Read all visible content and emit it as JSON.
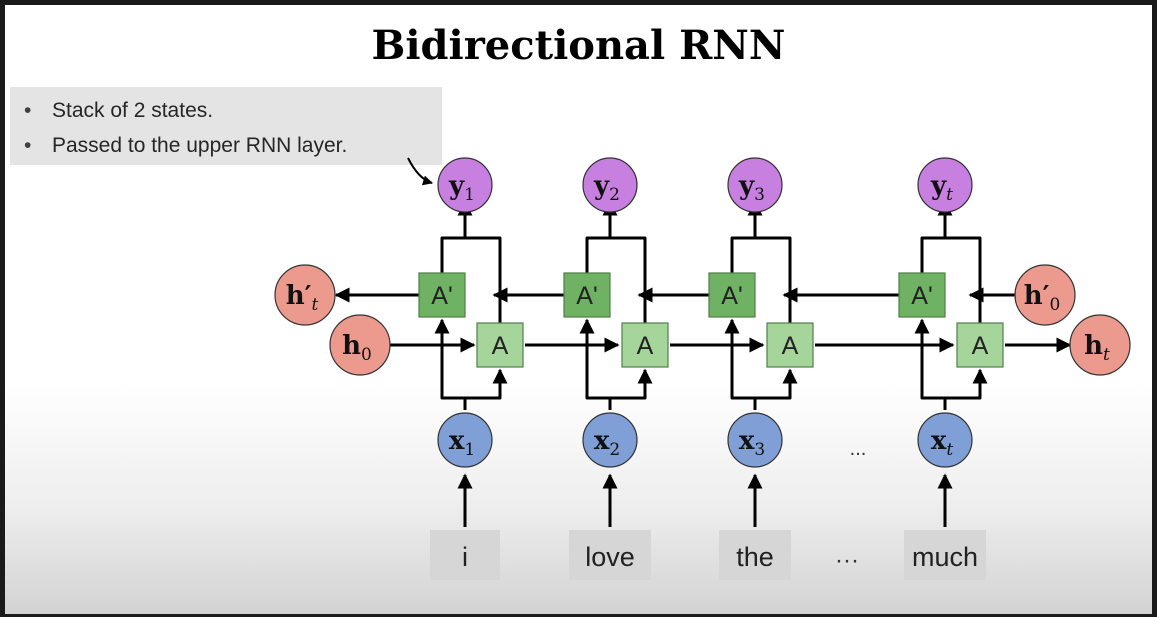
{
  "slide": {
    "title": "Bidirectional RNN",
    "bullets": [
      "Stack of 2 states.",
      "Passed to the upper RNN layer."
    ]
  },
  "diagram": {
    "forward_initial": "h",
    "forward_initial_sub": "0",
    "forward_final": "h",
    "forward_final_sub": "t",
    "backward_initial": "h′",
    "backward_initial_sub": "0",
    "backward_final": "h′",
    "backward_final_sub": "t",
    "columns": [
      {
        "output": "y",
        "output_sub": "1",
        "input": "x",
        "input_sub": "1",
        "forward_cell": "A",
        "backward_cell": "A'",
        "word": "i"
      },
      {
        "output": "y",
        "output_sub": "2",
        "input": "x",
        "input_sub": "2",
        "forward_cell": "A",
        "backward_cell": "A'",
        "word": "love"
      },
      {
        "output": "y",
        "output_sub": "3",
        "input": "x",
        "input_sub": "3",
        "forward_cell": "A",
        "backward_cell": "A'",
        "word": "the"
      },
      {
        "output": "y",
        "output_sub": "t",
        "input": "x",
        "input_sub": "t",
        "forward_cell": "A",
        "backward_cell": "A'",
        "word": "much"
      }
    ],
    "ellipsis_inputs": "...",
    "ellipsis_words": "···",
    "colors": {
      "output_node": "#c77fe0",
      "input_node": "#7f9fd6",
      "hidden_node": "#ec9a8e",
      "backward_cell": "#6fb264",
      "forward_cell": "#a6d59c",
      "word_box": "#d6d6d6"
    }
  }
}
